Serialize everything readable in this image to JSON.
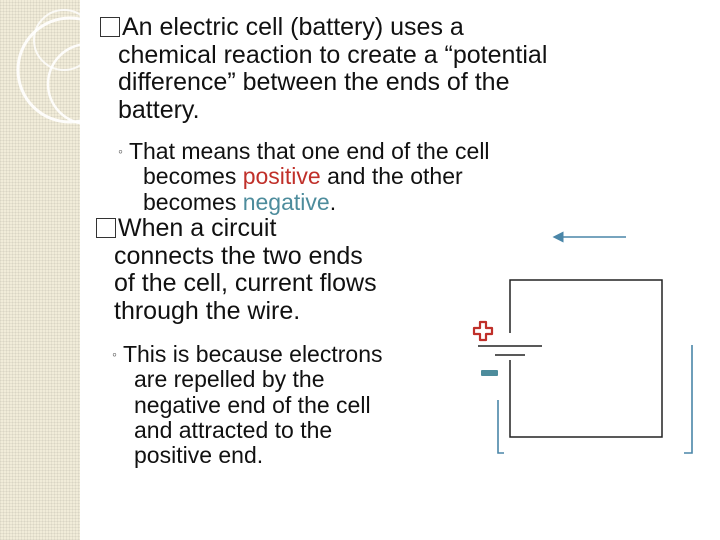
{
  "bullet1": {
    "line1": "An electric cell (battery) uses a",
    "line2": "chemical reaction to create a “potential",
    "line3": "difference” between the ends of the",
    "line4": "battery."
  },
  "sub1": {
    "line1": "That means that one end of the cell",
    "line2_pre": "becomes ",
    "positive": "positive",
    "line2_post": " and the other",
    "line3_pre": "becomes ",
    "negative": "negative",
    "line3_post": "."
  },
  "bullet2": {
    "line1": "When a circuit",
    "line2": "connects the two ends",
    "line3": "of the cell, current flows",
    "line4": "through the wire."
  },
  "sub2": {
    "line1": "This is because electrons",
    "line2": "are repelled by the",
    "line3": "negative end of the cell",
    "line4": "and attracted to the",
    "line5": "positive end."
  },
  "colors": {
    "positive": "#c0302a",
    "negative": "#4d8c9c",
    "arrow": "#4a86a8"
  }
}
